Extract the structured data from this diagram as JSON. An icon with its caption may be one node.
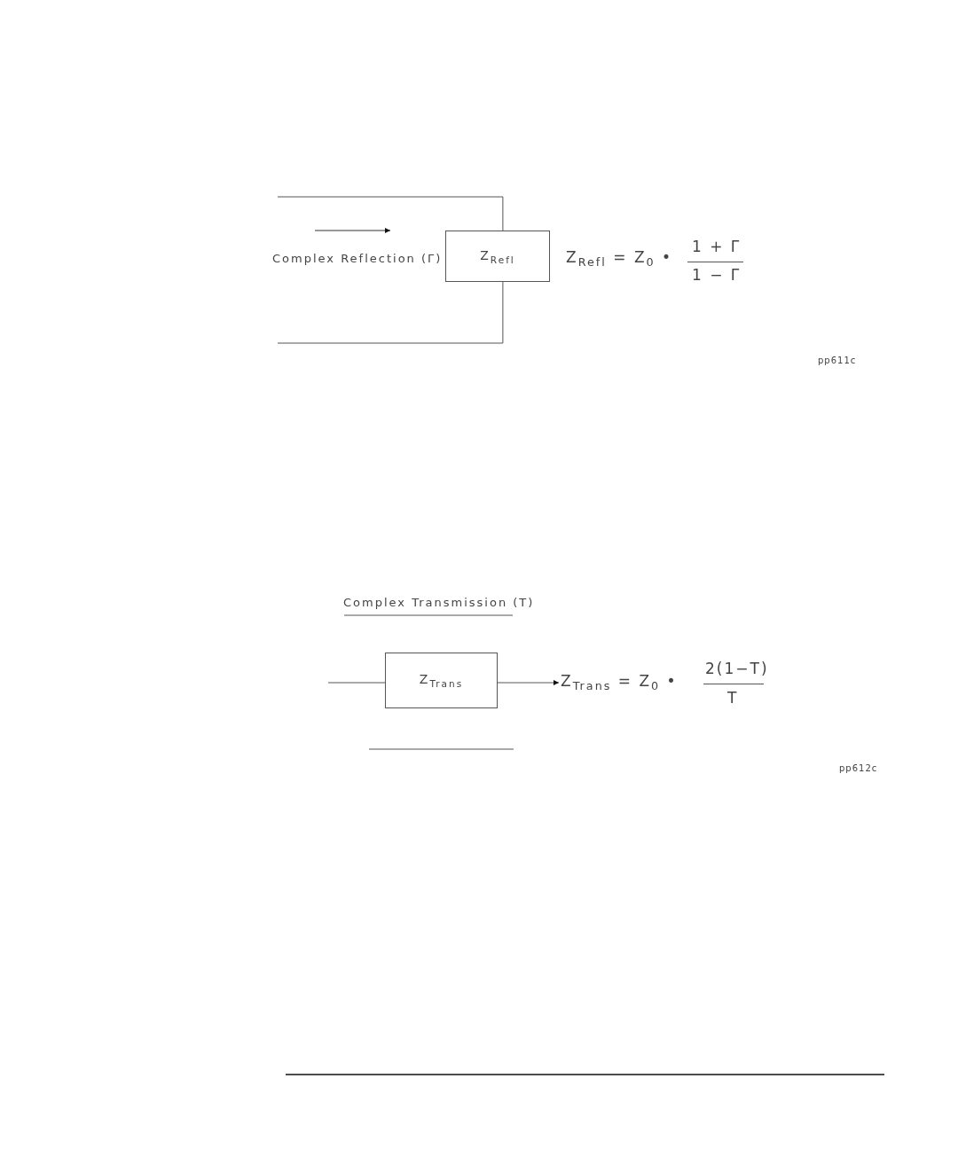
{
  "diagram": {
    "nodes": [
      {
        "text": [
          "Z$_{Refl}$"
        ]
      },
      {
        "text": [
          "Z$_{Trans}$"
        ]
      },
      {
        "text": [
          "Z$_{Trans}$ = Z$_{0}$ •",
          "2(1−T)",
          "T"
        ]
      }
    ],
    "edges": [
      {
        "from": null,
        "to": 0,
        "arrow": "none"
      },
      {
        "from": null,
        "to": 0,
        "arrow": "none"
      },
      {
        "from": null,
        "to": 1,
        "arrow": "none"
      },
      {
        "from": 1,
        "to": 2,
        "arrow": "to"
      }
    ],
    "labels": [
      "Complex Reflection (Γ)",
      "Z$_{Refl}$ = Z$_{0}$ •",
      "1 + Γ",
      "1 − Γ",
      "pp611c",
      "Complex Transmission (T)",
      "pp612c"
    ]
  }
}
